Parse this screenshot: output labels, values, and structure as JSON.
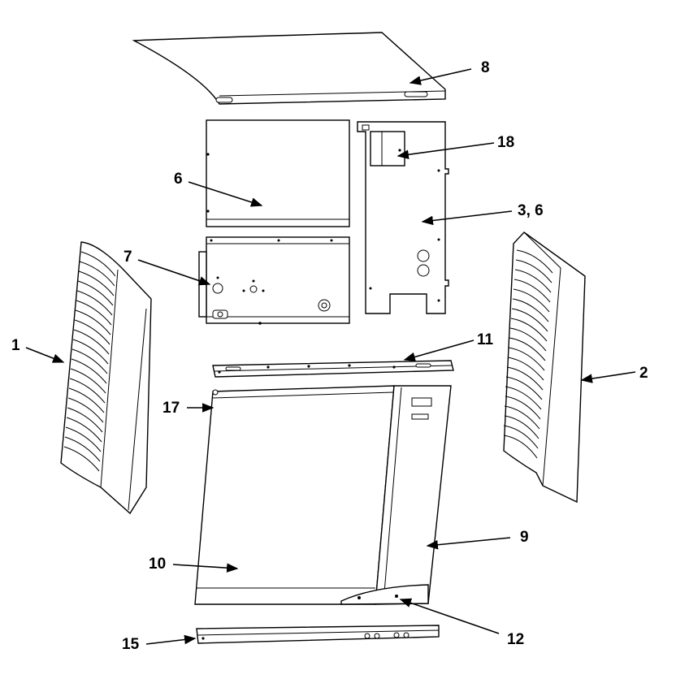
{
  "diagram": {
    "callouts": {
      "top_panel": "8",
      "left_side_inner_panel": "6",
      "control_box_panel": "7",
      "back_panel_cover": "18",
      "back_panel": "3, 6",
      "left_side_panel": "1",
      "right_side_panel": "2",
      "front_top_rail": "11",
      "front_corner_screw": "17",
      "front_right_panel": "9",
      "front_door_panel": "10",
      "kick_plate": "12",
      "bottom_rail": "15"
    },
    "colors": {
      "line": "#000000",
      "background": "#ffffff"
    }
  }
}
